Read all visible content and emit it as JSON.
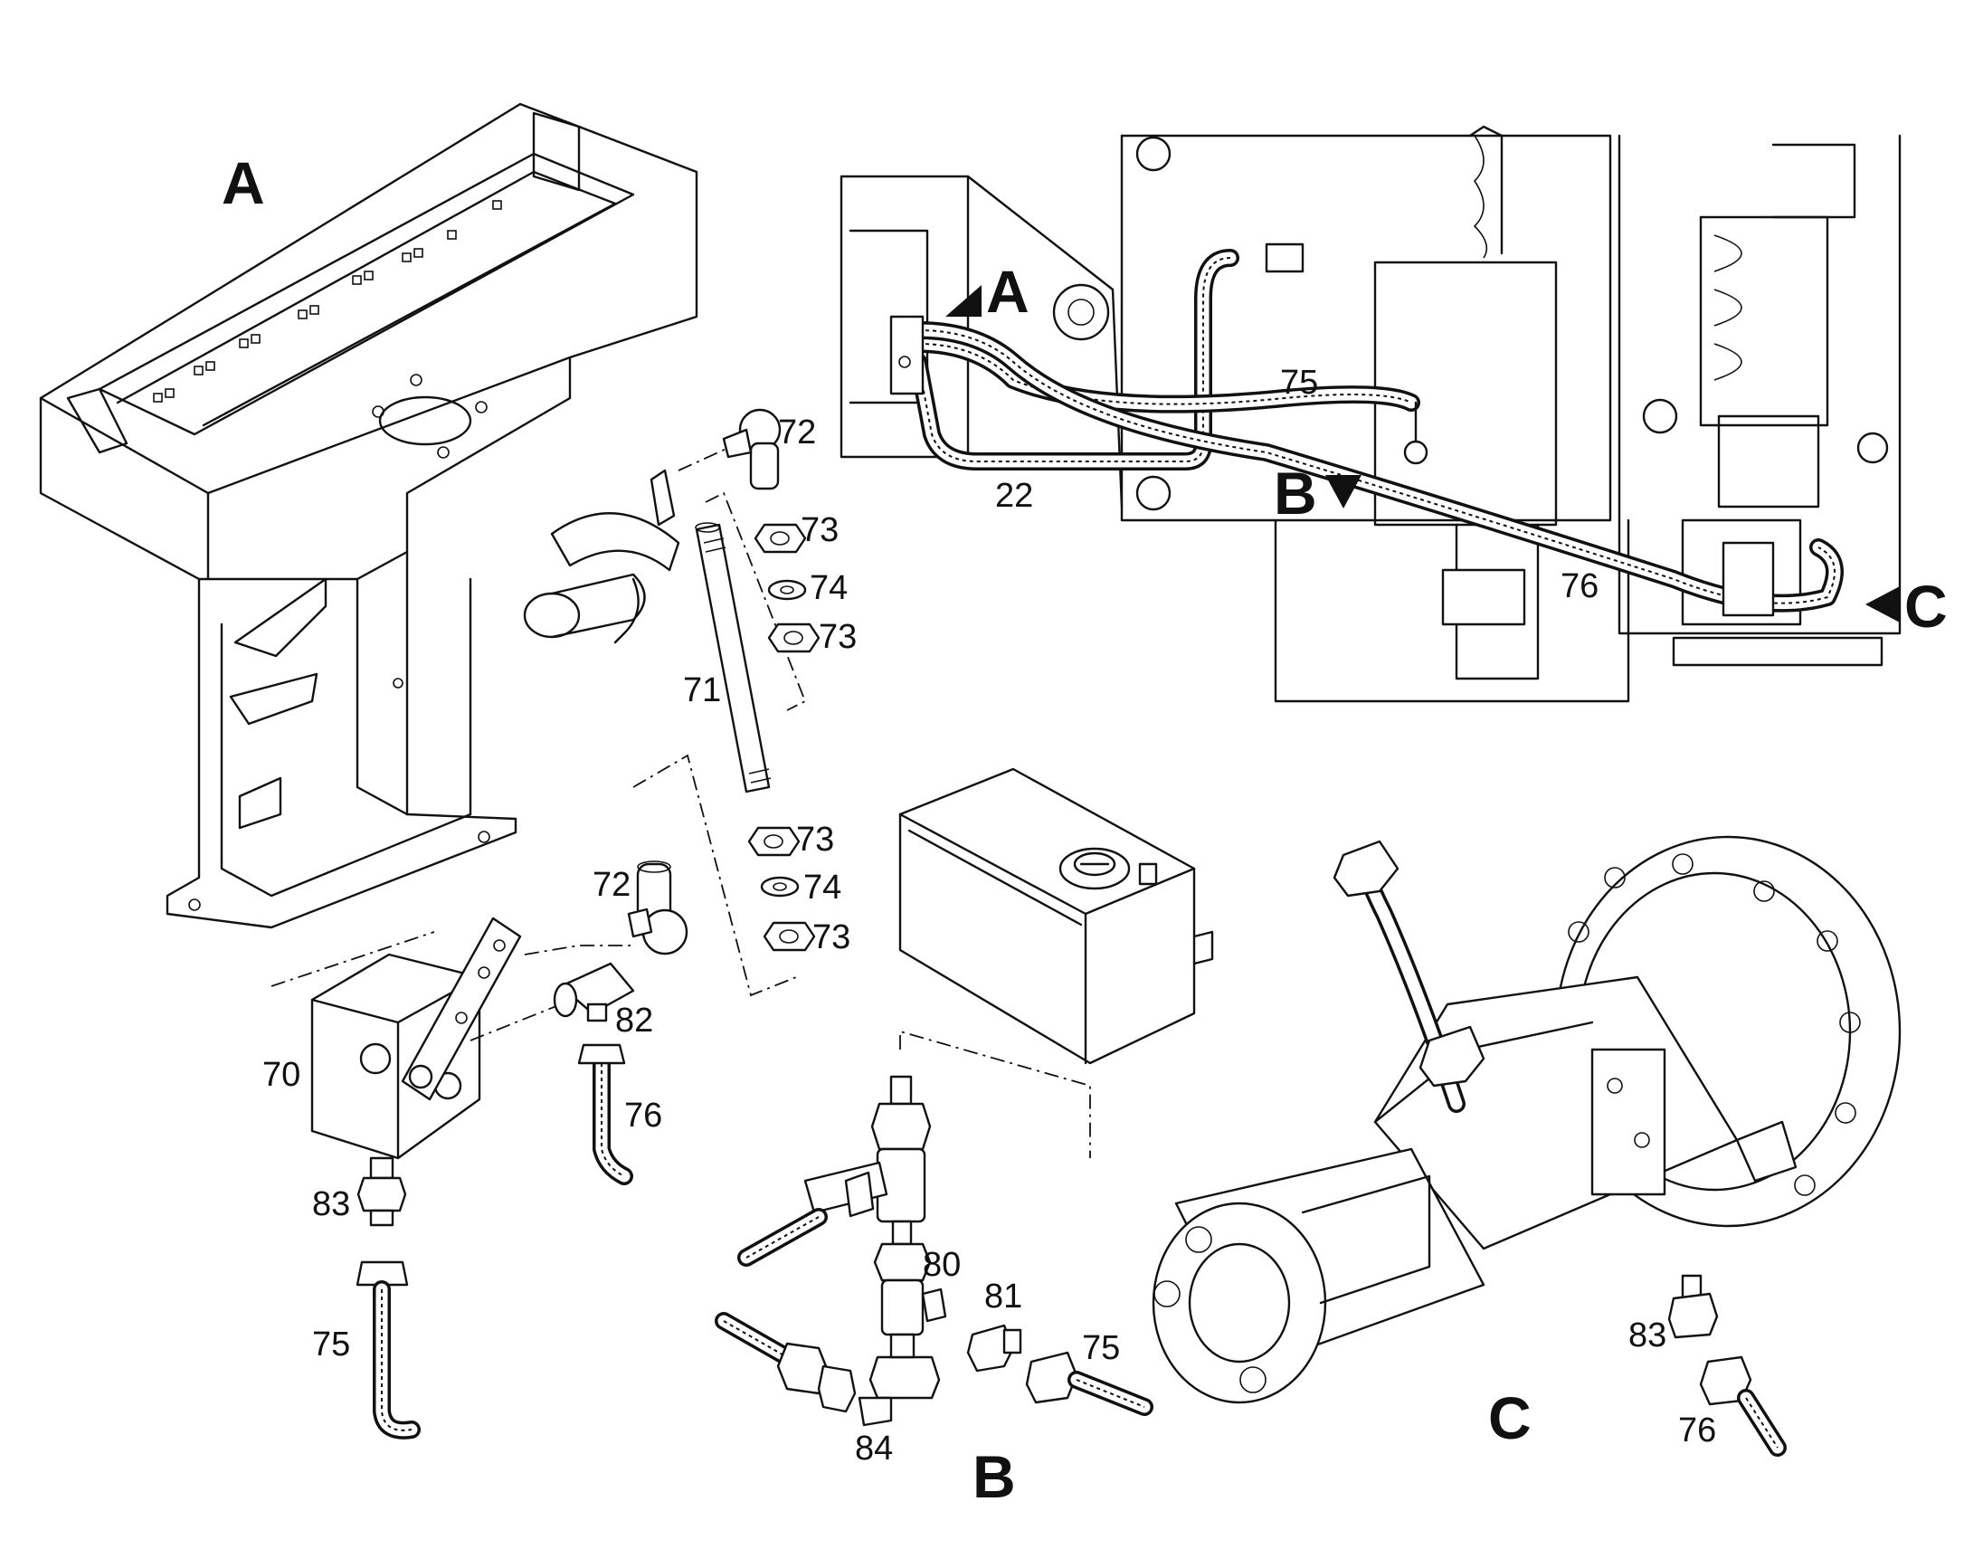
{
  "sections": {
    "detail_a": "A",
    "detail_b": "B",
    "detail_c": "C"
  },
  "overview": {
    "marker_a": "A",
    "marker_b": "B",
    "marker_c": "C",
    "label_22": "22",
    "label_75": "75",
    "label_76": "76"
  },
  "detail_a_parts": {
    "p70": "70",
    "p71": "71",
    "p72_top": "72",
    "p72_bottom": "72",
    "p73_1": "73",
    "p74_1": "74",
    "p73_2": "73",
    "p73_3": "73",
    "p74_2": "74",
    "p73_4": "73",
    "p75": "75",
    "p76": "76",
    "p82": "82",
    "p83": "83"
  },
  "detail_b_parts": {
    "p75": "75",
    "p80": "80",
    "p81": "81",
    "p84": "84"
  },
  "detail_c_parts": {
    "p76": "76",
    "p83": "83"
  }
}
